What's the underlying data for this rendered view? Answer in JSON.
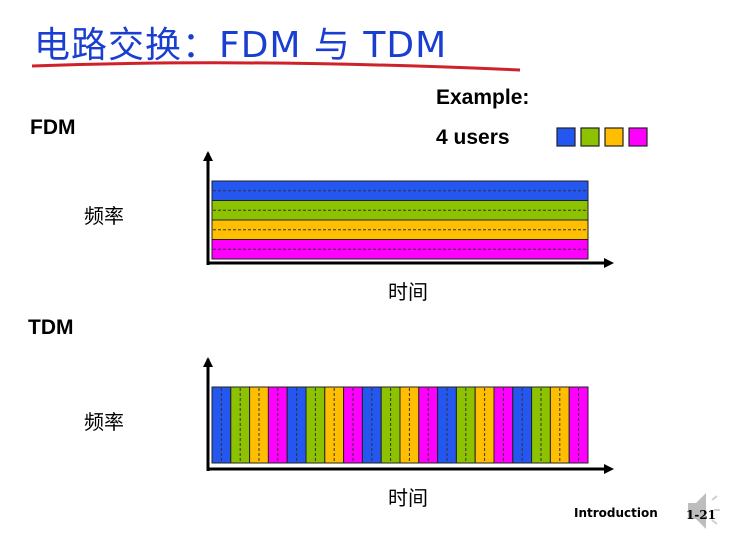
{
  "title": "电路交换：FDM 与 TDM",
  "example_label": "Example:",
  "users_label": "4 users",
  "user_colors": [
    "#2456f0",
    "#8cc200",
    "#ffbf00",
    "#ff00ff"
  ],
  "fdm": {
    "label": "FDM",
    "y_axis": "频率",
    "x_axis": "时间"
  },
  "tdm": {
    "label": "TDM",
    "y_axis": "频率",
    "x_axis": "时间",
    "slots": 20
  },
  "footer": {
    "section": "Introduction",
    "page": "1-21"
  }
}
